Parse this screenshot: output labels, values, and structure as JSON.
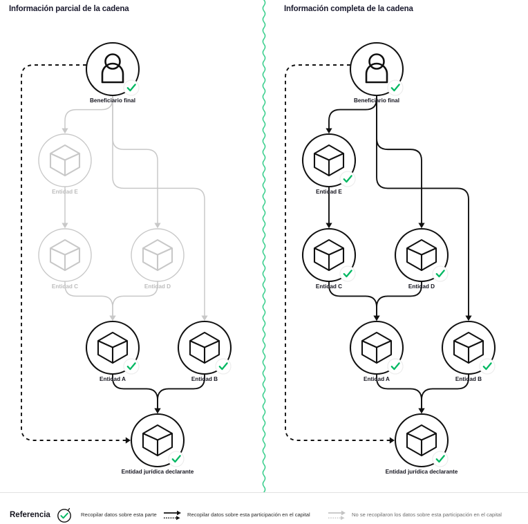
{
  "panels": [
    {
      "id": "partial",
      "title": "Información parcial de la cadena",
      "state": "partial",
      "nodes": {
        "owner": {
          "label": "Beneficiario final",
          "icon": "person-icon",
          "collected": true
        },
        "e": {
          "label": "Entidad E",
          "icon": "cube-icon",
          "collected": false
        },
        "c": {
          "label": "Entidad C",
          "icon": "cube-icon",
          "collected": false
        },
        "d": {
          "label": "Entidad D",
          "icon": "cube-icon",
          "collected": false
        },
        "a": {
          "label": "Entidad A",
          "icon": "cube-icon",
          "collected": true
        },
        "b": {
          "label": "Entidad B",
          "icon": "cube-icon",
          "collected": true
        },
        "reporting": {
          "label": "Entidad jurídica declarante",
          "icon": "cube-icon",
          "collected": true
        }
      },
      "edges": [
        {
          "from": "owner",
          "to": "e",
          "style": "not-collected"
        },
        {
          "from": "owner",
          "to": "d",
          "style": "not-collected"
        },
        {
          "from": "owner",
          "to": "b",
          "style": "not-collected"
        },
        {
          "from": "e",
          "to": "c",
          "style": "not-collected"
        },
        {
          "from": "c",
          "to": "a",
          "style": "not-collected"
        },
        {
          "from": "d",
          "to": "a",
          "style": "not-collected"
        },
        {
          "from": "a",
          "to": "reporting",
          "style": "collected"
        },
        {
          "from": "b",
          "to": "reporting",
          "style": "collected"
        },
        {
          "from": "owner",
          "to": "reporting",
          "style": "direct-dashed"
        }
      ]
    },
    {
      "id": "complete",
      "title": "Información completa de la cadena",
      "state": "complete",
      "nodes": {
        "owner": {
          "label": "Beneficiario final",
          "icon": "person-icon",
          "collected": true
        },
        "e": {
          "label": "Entidad E",
          "icon": "cube-icon",
          "collected": true
        },
        "c": {
          "label": "Entidad C",
          "icon": "cube-icon",
          "collected": true
        },
        "d": {
          "label": "Entidad D",
          "icon": "cube-icon",
          "collected": true
        },
        "a": {
          "label": "Entidad A",
          "icon": "cube-icon",
          "collected": true
        },
        "b": {
          "label": "Entidad B",
          "icon": "cube-icon",
          "collected": true
        },
        "reporting": {
          "label": "Entidad jurídica declarante",
          "icon": "cube-icon",
          "collected": true
        }
      },
      "edges": [
        {
          "from": "owner",
          "to": "e",
          "style": "collected"
        },
        {
          "from": "owner",
          "to": "d",
          "style": "collected"
        },
        {
          "from": "owner",
          "to": "b",
          "style": "collected"
        },
        {
          "from": "e",
          "to": "c",
          "style": "collected"
        },
        {
          "from": "c",
          "to": "a",
          "style": "collected"
        },
        {
          "from": "d",
          "to": "a",
          "style": "collected"
        },
        {
          "from": "a",
          "to": "reporting",
          "style": "collected"
        },
        {
          "from": "b",
          "to": "reporting",
          "style": "collected"
        },
        {
          "from": "owner",
          "to": "reporting",
          "style": "direct-dashed"
        }
      ]
    }
  ],
  "legend": {
    "title": "Referencia",
    "items": [
      {
        "icon": "check-badge-icon",
        "label": "Recopilar datos sobre esta parte",
        "muted": false
      },
      {
        "icon": "solid-arrow-icon",
        "label": "Recopilar datos sobre esta participación en el capital",
        "muted": false
      },
      {
        "icon": "gray-arrow-icon",
        "label": "No se recopilaron los datos sobre esta participación en el capital",
        "muted": true
      }
    ]
  },
  "colors": {
    "active_stroke": "#111111",
    "inactive_stroke": "#c8c8c8",
    "check_green": "#00b862",
    "divider_green": "#3ccf8e",
    "active_text": "#15151f",
    "inactive_text": "#bdbdbd"
  }
}
